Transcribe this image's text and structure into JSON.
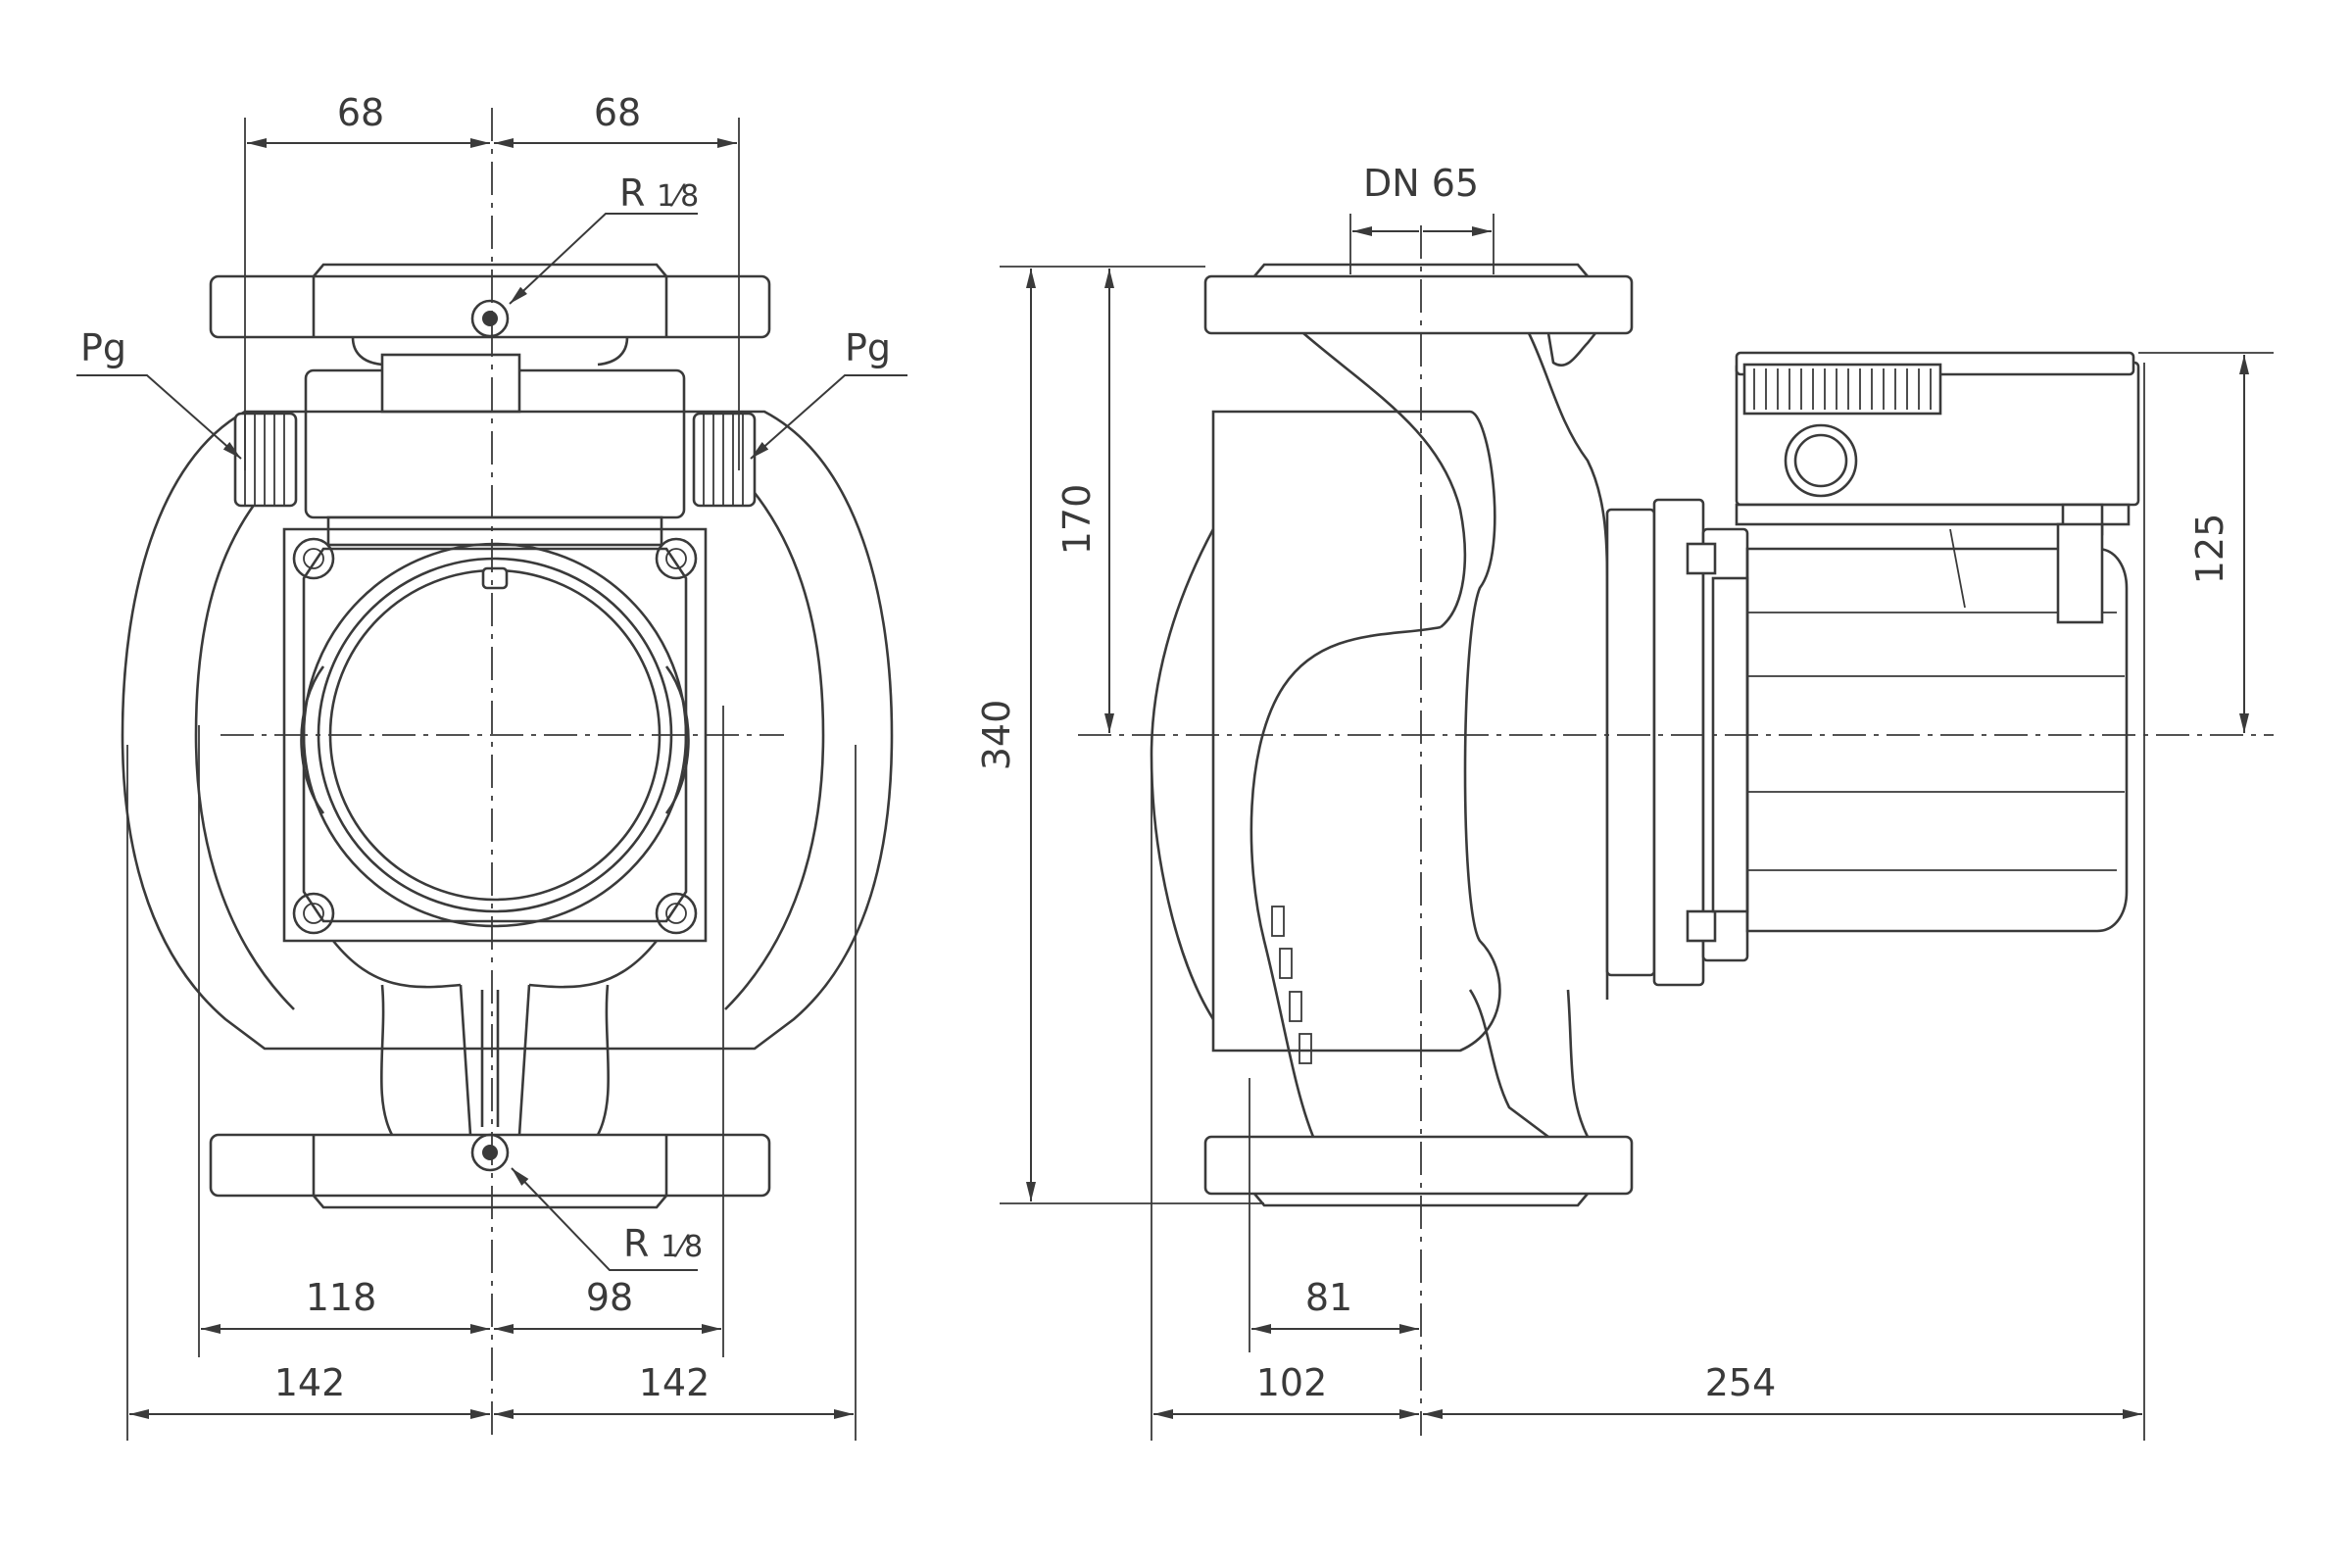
{
  "front_view": {
    "top_left_width": "68",
    "top_right_width": "68",
    "vent_top_label": "R",
    "vent_top_fraction": "1⁄8",
    "gland_left_label": "Pg",
    "gland_right_label": "Pg",
    "vent_bottom_label": "R",
    "vent_bottom_fraction": "1⁄8",
    "inner_left_width": "118",
    "inner_right_width": "98",
    "outer_left_width": "142",
    "outer_right_width": "142"
  },
  "side_view": {
    "nominal_diameter": "DN 65",
    "total_height": "340",
    "half_height": "170",
    "box_height": "125",
    "flange_offset": "81",
    "rear_length": "102",
    "motor_length": "254"
  }
}
